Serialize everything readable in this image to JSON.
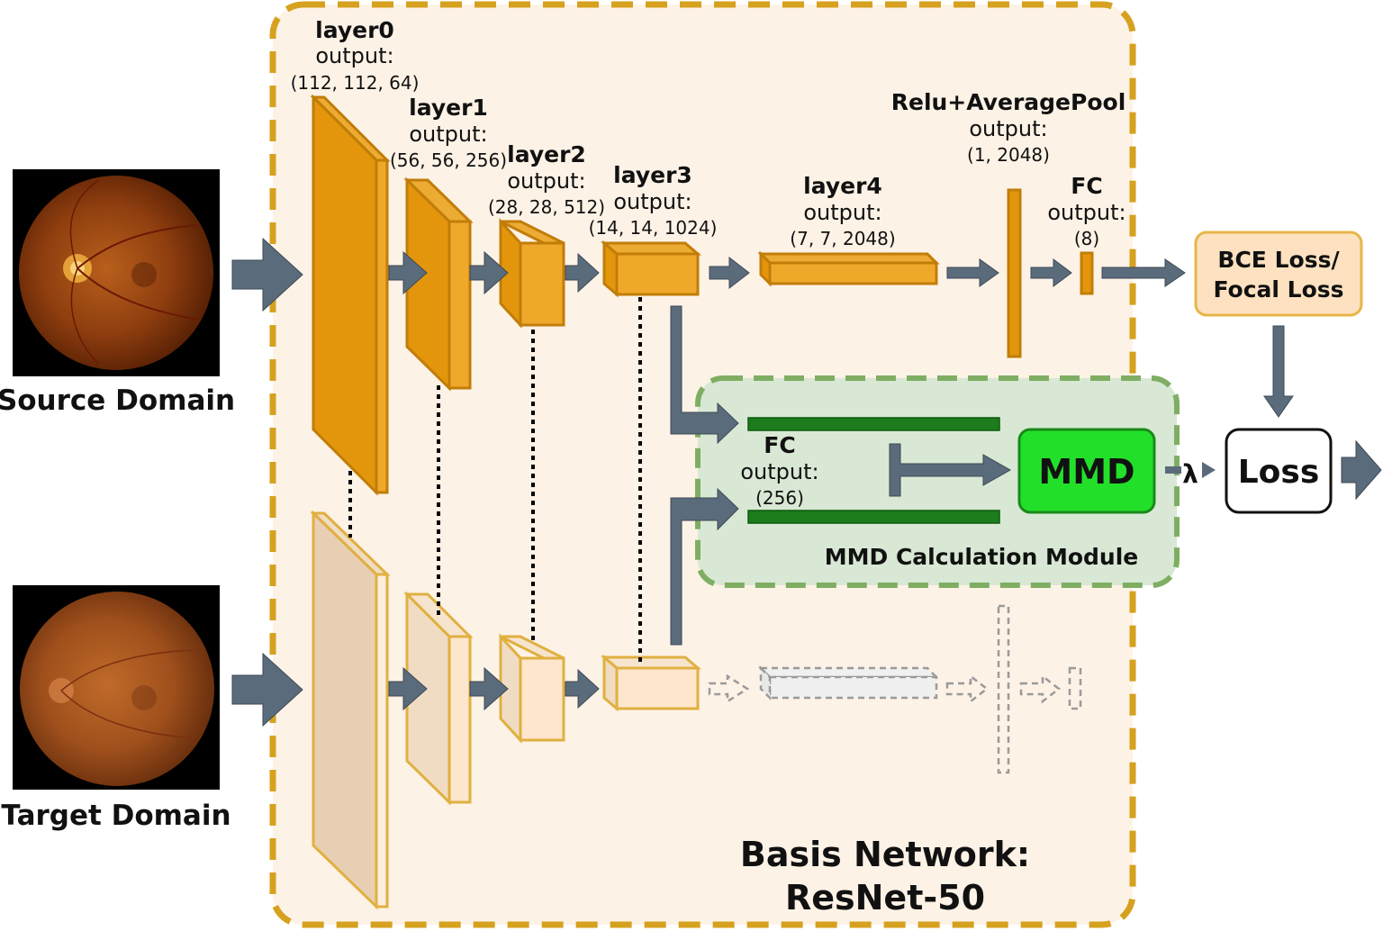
{
  "domains": {
    "source": "Source Domain",
    "target": "Target Domain"
  },
  "layers": [
    {
      "name": "layer0",
      "output_label": "output:",
      "dims": "(112, 112, 64)"
    },
    {
      "name": "layer1",
      "output_label": "output:",
      "dims": "(56, 56, 256)"
    },
    {
      "name": "layer2",
      "output_label": "output:",
      "dims": "(28, 28, 512)"
    },
    {
      "name": "layer3",
      "output_label": "output:",
      "dims": "(14, 14, 1024)"
    },
    {
      "name": "layer4",
      "output_label": "output:",
      "dims": "(7, 7, 2048)"
    }
  ],
  "pool": {
    "name": "Relu+AveragePool",
    "output_label": "output:",
    "dims": "(1, 2048)"
  },
  "fc": {
    "name": "FC",
    "output_label": "output:",
    "dims": "(8)"
  },
  "bce_loss": {
    "line1": "BCE Loss/",
    "line2": "Focal Loss"
  },
  "mmd_module": {
    "fc_name": "FC",
    "fc_output_label": "output:",
    "fc_dims": "(256)",
    "mmd_label": "MMD",
    "lambda": "λ",
    "module_label": "MMD Calculation Module"
  },
  "loss_label": "Loss",
  "basis_network": {
    "line1": "Basis Network:",
    "line2": "ResNet-50"
  },
  "colors": {
    "network_border": "#d6a11e",
    "network_fill": "#fdf2e6",
    "layer_fill": "#e3960c",
    "layer_stroke": "#c17d08",
    "target_layer_fill": "#fde6cc",
    "target_layer0_fill": "#e8cfb4",
    "arrow": "#5a6b7b",
    "mmd_module_fill": "#d8e8d4",
    "mmd_module_border": "#7fae63",
    "mmd_fill": "#22e02a",
    "fc_bar": "#1d7d1d",
    "bce_fill": "#fde1c0",
    "bce_border": "#e8b54a"
  },
  "icons": [
    "source-fundus-image",
    "target-fundus-image"
  ]
}
